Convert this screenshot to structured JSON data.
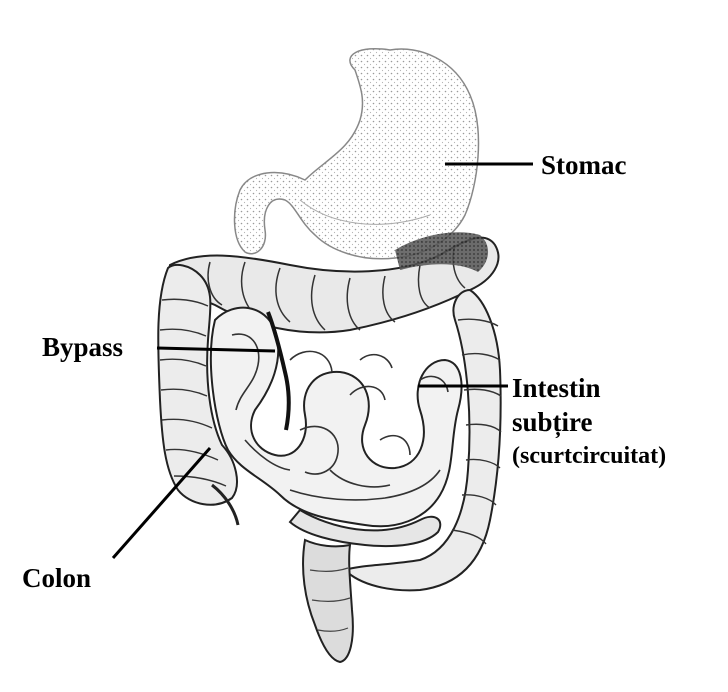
{
  "labels": {
    "stomach": "Stomac",
    "bypass": "Bypass",
    "small_intestine_line1": "Intestin",
    "small_intestine_line2": "subțire",
    "small_intestine_line3": "(scurtcircuitat)",
    "colon": "Colon"
  }
}
